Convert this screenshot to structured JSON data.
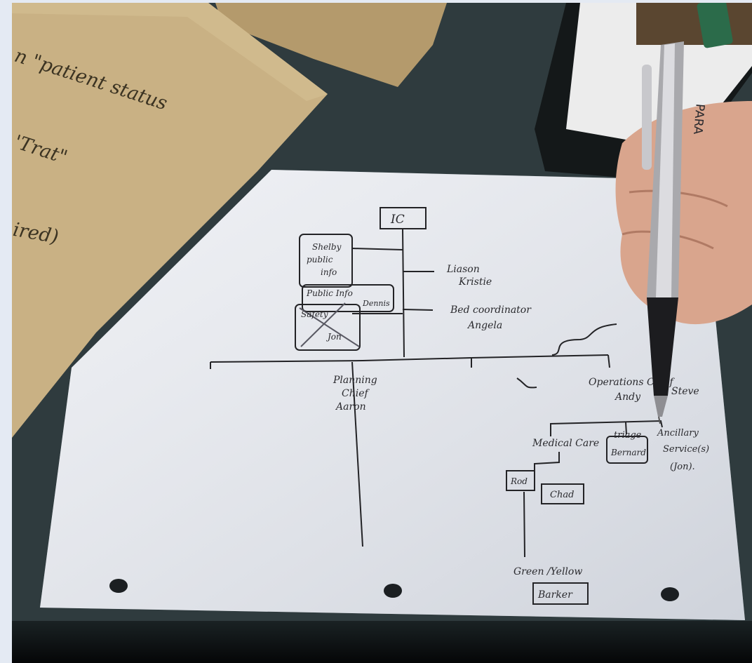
{
  "envelope_notes": {
    "line1": "n \"patient status",
    "line2": "'Trat\"",
    "line3": "ired)"
  },
  "org_chart": {
    "ic": "IC",
    "shelby_box": [
      "Shelby",
      "public",
      "info"
    ],
    "public_info": [
      "Public Info",
      "Dennis"
    ],
    "safety_box": [
      "Safety",
      "Jon"
    ],
    "liaison": [
      "Liason",
      "Kristie"
    ],
    "bed_coordinator": [
      "Bed coordinator",
      "Angela"
    ],
    "planning": [
      "Planning",
      "Chief",
      "Aaron"
    ],
    "operations": [
      "Operations Chief",
      "Andy",
      "Steve"
    ],
    "medical_care": "Medical Care",
    "triage": "triage",
    "bernard": "Bernard",
    "ancillary": [
      "Ancillary",
      "Service(s)",
      "(Jon)."
    ],
    "rod": "Rod",
    "chad": "Chad",
    "green_yellow": "Green /Yellow",
    "barker": "Barker"
  },
  "pen_brand": "PARA"
}
